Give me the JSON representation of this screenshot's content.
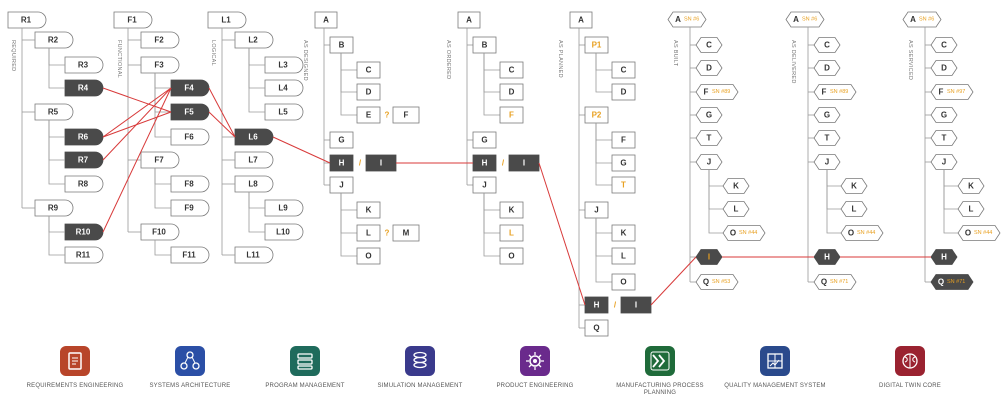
{
  "columns": [
    {
      "key": "req",
      "header": "R1",
      "label": "REQUIRED",
      "items": [
        [
          "R2",
          1
        ],
        [
          "R3",
          2
        ],
        [
          "R4",
          2
        ],
        [
          "R5",
          1
        ],
        [
          "R6",
          2
        ],
        [
          "R7",
          2
        ],
        [
          "R8",
          2
        ],
        [
          "R9",
          1
        ],
        [
          "R10",
          2
        ],
        [
          "R11",
          2
        ]
      ],
      "dark": [
        "R4",
        "R6",
        "R7",
        "R10"
      ]
    },
    {
      "key": "fun",
      "header": "F1",
      "label": "FUNCTIONAL",
      "items": [
        [
          "F2",
          1
        ],
        [
          "F3",
          1
        ],
        [
          "F4",
          2
        ],
        [
          "F5",
          2
        ],
        [
          "F6",
          2
        ],
        [
          "F7",
          1
        ],
        [
          "F8",
          2
        ],
        [
          "F9",
          2
        ],
        [
          "F10",
          1
        ],
        [
          "F11",
          2
        ]
      ],
      "dark": [
        "F4",
        "F5"
      ]
    },
    {
      "key": "log",
      "header": "L1",
      "label": "LOGICAL",
      "items": [
        [
          "L2",
          1
        ],
        [
          "L3",
          2
        ],
        [
          "L4",
          2
        ],
        [
          "L5",
          2
        ],
        [
          "L6",
          1
        ],
        [
          "L7",
          1
        ],
        [
          "L8",
          1
        ],
        [
          "L9",
          2
        ],
        [
          "L10",
          2
        ],
        [
          "L11",
          1
        ]
      ],
      "dark": [
        "L6"
      ]
    }
  ],
  "trees": [
    {
      "key": "designed",
      "header": "A",
      "label": "AS DESIGNED",
      "rows": [
        [
          "B",
          1
        ],
        [
          "C",
          2
        ],
        [
          "D",
          2
        ],
        [
          "E",
          2,
          "?",
          "F"
        ],
        [
          "G",
          1
        ],
        [
          "H",
          1,
          "/",
          "I"
        ],
        [
          "J",
          1
        ],
        [
          "K",
          2
        ],
        [
          "L",
          2,
          "?",
          "M"
        ],
        [
          "O",
          2
        ]
      ],
      "orange": [],
      "dark": [
        "H"
      ]
    },
    {
      "key": "ordered",
      "header": "A",
      "label": "AS ORDERED",
      "rows": [
        [
          "B",
          1
        ],
        [
          "C",
          2
        ],
        [
          "D",
          2
        ],
        [
          "F",
          2
        ],
        [
          "G",
          1
        ],
        [
          "H",
          1,
          "/",
          "I"
        ],
        [
          "J",
          1
        ],
        [
          "K",
          2
        ],
        [
          "L",
          2
        ],
        [
          "O",
          2
        ]
      ],
      "orange": [
        "F",
        "L"
      ],
      "dark": [
        "H"
      ]
    },
    {
      "key": "planned",
      "header": "A",
      "label": "AS PLANNED",
      "rows": [
        [
          "P1",
          1
        ],
        [
          "C",
          2
        ],
        [
          "D",
          2
        ],
        [
          "P2",
          1
        ],
        [
          "F",
          2
        ],
        [
          "G",
          2
        ],
        [
          "T",
          2
        ],
        [
          "J",
          1
        ],
        [
          "K",
          2
        ],
        [
          "L",
          2
        ],
        [
          "O",
          2
        ],
        [
          "H",
          1,
          "/",
          "I"
        ],
        [
          "Q",
          1
        ]
      ],
      "orange": [
        "P1",
        "P2",
        "T"
      ],
      "dark": [
        "H"
      ]
    }
  ],
  "hexcols": [
    {
      "key": "built",
      "header": "A",
      "header_sn": "SN #6",
      "label": "AS BUILT",
      "rows": [
        [
          "C",
          1,
          ""
        ],
        [
          "D",
          1,
          ""
        ],
        [
          "F",
          1,
          "SN #89"
        ],
        [
          "G",
          1,
          ""
        ],
        [
          "T",
          1,
          ""
        ],
        [
          "J",
          1,
          ""
        ],
        [
          "K",
          2,
          ""
        ],
        [
          "L",
          2,
          ""
        ],
        [
          "O",
          2,
          "SN #44"
        ],
        [
          "I",
          1,
          ""
        ],
        [
          "Q",
          1,
          "SN #53"
        ]
      ],
      "dark": [
        "I"
      ]
    },
    {
      "key": "delivered",
      "header": "A",
      "header_sn": "SN #6",
      "label": "AS DELIVERED",
      "rows": [
        [
          "C",
          1,
          ""
        ],
        [
          "D",
          1,
          ""
        ],
        [
          "F",
          1,
          "SN #89"
        ],
        [
          "G",
          1,
          ""
        ],
        [
          "T",
          1,
          ""
        ],
        [
          "J",
          1,
          ""
        ],
        [
          "K",
          2,
          ""
        ],
        [
          "L",
          2,
          ""
        ],
        [
          "O",
          2,
          "SN #44"
        ],
        [
          "H",
          1,
          ""
        ],
        [
          "Q",
          1,
          "SN #71"
        ]
      ],
      "dark": [
        "H"
      ]
    },
    {
      "key": "serviced",
      "header": "A",
      "header_sn": "SN #6",
      "label": "AS SERVICED",
      "rows": [
        [
          "C",
          1,
          ""
        ],
        [
          "D",
          1,
          ""
        ],
        [
          "F",
          1,
          "SN #97"
        ],
        [
          "G",
          1,
          ""
        ],
        [
          "T",
          1,
          ""
        ],
        [
          "J",
          1,
          ""
        ],
        [
          "K",
          2,
          ""
        ],
        [
          "L",
          2,
          ""
        ],
        [
          "O",
          2,
          "SN #44"
        ],
        [
          "H",
          1,
          ""
        ],
        [
          "Q",
          1,
          "SN #71"
        ]
      ],
      "dark": [
        "H",
        "Q"
      ]
    }
  ],
  "icons": [
    {
      "key": "req",
      "label": "REQUIREMENTS ENGINEERING",
      "color": "#b8452a",
      "glyph": "doc-icon"
    },
    {
      "key": "sys",
      "label": "SYSTEMS ARCHITECTURE",
      "color": "#2b4fa6",
      "glyph": "network-icon"
    },
    {
      "key": "pgm",
      "label": "PROGRAM MANAGEMENT",
      "color": "#1f6b5c",
      "glyph": "stack-icon"
    },
    {
      "key": "sim",
      "label": "SIMULATION MANAGEMENT",
      "color": "#3a3a8c",
      "glyph": "coil-icon"
    },
    {
      "key": "prd",
      "label": "PRODUCT ENGINEERING",
      "color": "#6a2a8c",
      "glyph": "gear-icon"
    },
    {
      "key": "mpp",
      "label": "MANUFACTURING PROCESS PLANNING",
      "color": "#1f6b3a",
      "glyph": "chevrons-icon"
    },
    {
      "key": "qms",
      "label": "QUALITY MANAGEMENT SYSTEM",
      "color": "#2a4a8c",
      "glyph": "grid-icon"
    },
    {
      "key": "dtc",
      "label": "DIGITAL TWIN CORE",
      "color": "#9a2230",
      "glyph": "brain-icon"
    }
  ],
  "colors": {
    "dark": "#4a4a4a",
    "orange": "#e8a020",
    "link": "#d83a3a",
    "line": "#9a9a9a"
  }
}
